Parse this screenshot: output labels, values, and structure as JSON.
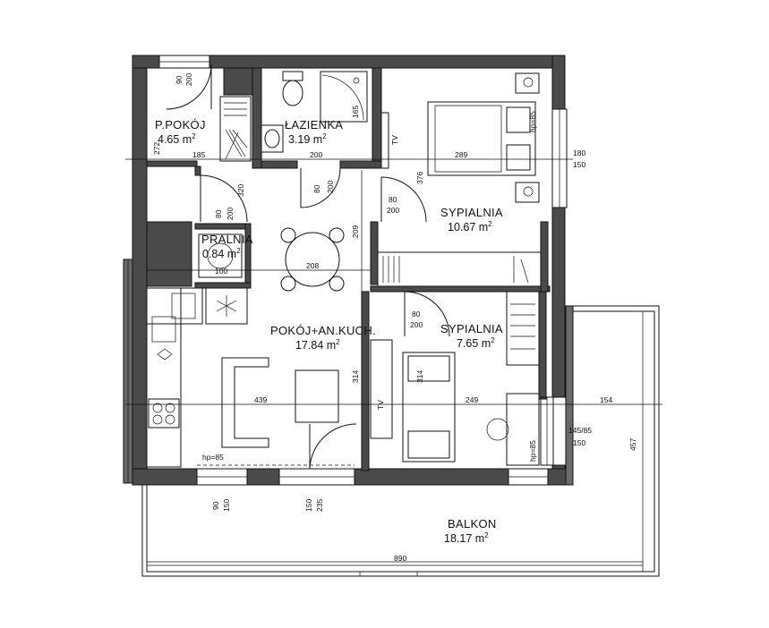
{
  "rooms": [
    {
      "id": "p-pokoj",
      "name": "P.POKÓJ",
      "area": "4.65 m",
      "sup": "2"
    },
    {
      "id": "lazienka",
      "name": "ŁAZIENKA",
      "area": "3.19 m",
      "sup": "2"
    },
    {
      "id": "pralnia",
      "name": "PRALNIA",
      "area": "0.84 m",
      "sup": "2"
    },
    {
      "id": "sypialnia-1",
      "name": "SYPIALNIA",
      "area": "10.67 m",
      "sup": "2"
    },
    {
      "id": "pokoj-kuch",
      "name": "POKÓJ+AN.KUCH.",
      "area": "17.84 m",
      "sup": "2"
    },
    {
      "id": "sypialnia-2",
      "name": "SYPIALNIA",
      "area": "7.65 m",
      "sup": "2"
    },
    {
      "id": "balkon",
      "name": "BALKON",
      "area": "18.17 m",
      "sup": "2"
    }
  ],
  "dims": {
    "d1": "90",
    "d2": "200",
    "d3": "272",
    "d4": "185",
    "d5": "200",
    "d6": "165",
    "d7": "TV",
    "d8": "289",
    "d9": "180",
    "d10": "150",
    "d11": "hp=85",
    "d12": "376",
    "d13": "80",
    "d14": "200",
    "d15": "320",
    "d16": "80",
    "d17": "200",
    "d18": "80",
    "d19": "200",
    "d20": "209",
    "d21": "208",
    "d22": "100",
    "d23": "80",
    "d24": "200",
    "d25": "314",
    "d26": "314",
    "d27": "439",
    "d28": "TV",
    "d29": "249",
    "d30": "154",
    "d31": "145/85",
    "d32": "150",
    "d33": "hp=85",
    "d34": "hp=85",
    "d35": "457",
    "d36": "90",
    "d37": "150",
    "d38": "150",
    "d39": "235",
    "d40": "890"
  }
}
